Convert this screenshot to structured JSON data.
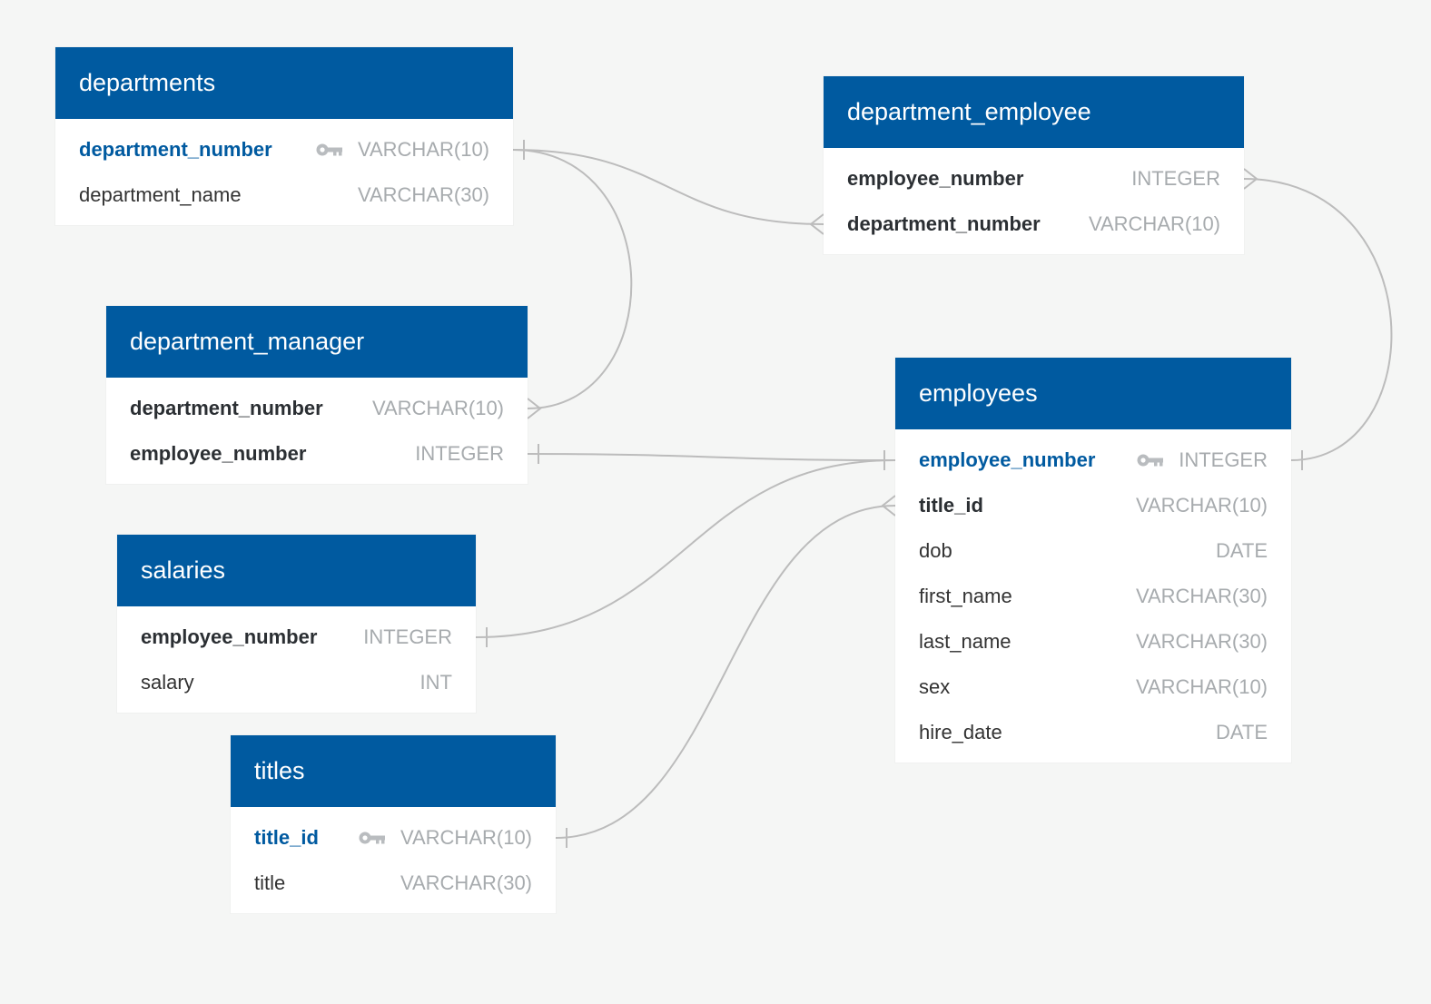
{
  "diagram": {
    "background_color": "#f5f6f5",
    "header_color": "#005aa0",
    "primary_key_color": "#005aa0",
    "line_color": "#bcbcbc"
  },
  "tables": {
    "departments": {
      "name": "departments",
      "columns": [
        {
          "name": "department_number",
          "type": "VARCHAR(10)",
          "role": "pk",
          "icon": "key-icon"
        },
        {
          "name": "department_name",
          "type": "VARCHAR(30)",
          "role": "plain"
        }
      ]
    },
    "department_employee": {
      "name": "department_employee",
      "columns": [
        {
          "name": "employee_number",
          "type": "INTEGER",
          "role": "fk"
        },
        {
          "name": "department_number",
          "type": "VARCHAR(10)",
          "role": "fk"
        }
      ]
    },
    "department_manager": {
      "name": "department_manager",
      "columns": [
        {
          "name": "department_number",
          "type": "VARCHAR(10)",
          "role": "fk"
        },
        {
          "name": "employee_number",
          "type": "INTEGER",
          "role": "fk"
        }
      ]
    },
    "employees": {
      "name": "employees",
      "columns": [
        {
          "name": "employee_number",
          "type": "INTEGER",
          "role": "pk",
          "icon": "key-icon"
        },
        {
          "name": "title_id",
          "type": "VARCHAR(10)",
          "role": "fk"
        },
        {
          "name": "dob",
          "type": "DATE",
          "role": "plain"
        },
        {
          "name": "first_name",
          "type": "VARCHAR(30)",
          "role": "plain"
        },
        {
          "name": "last_name",
          "type": "VARCHAR(30)",
          "role": "plain"
        },
        {
          "name": "sex",
          "type": "VARCHAR(10)",
          "role": "plain"
        },
        {
          "name": "hire_date",
          "type": "DATE",
          "role": "plain"
        }
      ]
    },
    "salaries": {
      "name": "salaries",
      "columns": [
        {
          "name": "employee_number",
          "type": "INTEGER",
          "role": "fk"
        },
        {
          "name": "salary",
          "type": "INT",
          "role": "plain"
        }
      ]
    },
    "titles": {
      "name": "titles",
      "columns": [
        {
          "name": "title_id",
          "type": "VARCHAR(10)",
          "role": "pk",
          "icon": "key-icon"
        },
        {
          "name": "title",
          "type": "VARCHAR(30)",
          "role": "plain"
        }
      ]
    }
  },
  "relationships": [
    {
      "from_table": "departments",
      "from_column": "department_number",
      "from_card": "one",
      "to_table": "department_employee",
      "to_column": "department_number",
      "to_card": "many"
    },
    {
      "from_table": "departments",
      "from_column": "department_number",
      "from_card": "one",
      "to_table": "department_manager",
      "to_column": "department_number",
      "to_card": "many"
    },
    {
      "from_table": "department_employee",
      "from_column": "employee_number",
      "from_card": "many",
      "to_table": "employees",
      "to_column": "employee_number",
      "to_card": "one"
    },
    {
      "from_table": "department_manager",
      "from_column": "employee_number",
      "from_card": "one",
      "to_table": "employees",
      "to_column": "employee_number",
      "to_card": "one"
    },
    {
      "from_table": "salaries",
      "from_column": "employee_number",
      "from_card": "one",
      "to_table": "employees",
      "to_column": "employee_number",
      "to_card": "one"
    },
    {
      "from_table": "titles",
      "from_column": "title_id",
      "from_card": "one",
      "to_table": "employees",
      "to_column": "title_id",
      "to_card": "many"
    }
  ]
}
